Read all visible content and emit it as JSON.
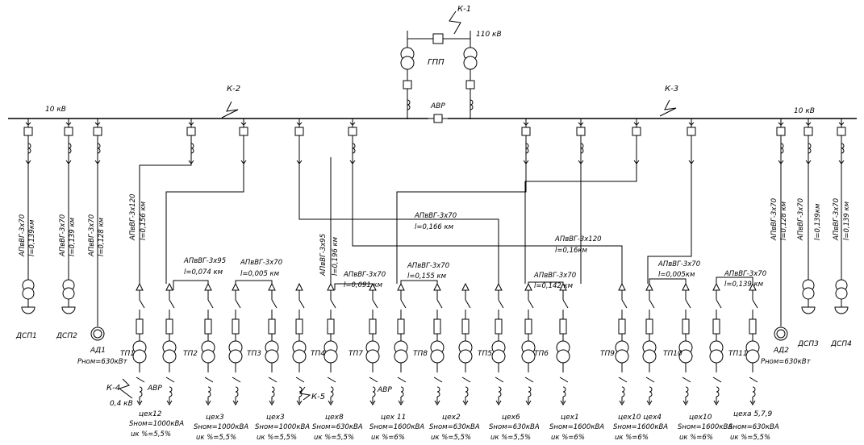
{
  "main": {
    "title": "ГПП",
    "voltage_hv": "110 кВ",
    "voltage_bus_left": "10 кВ",
    "voltage_bus_right": "10 кВ",
    "avr_main": "АВР",
    "faults": [
      "К-1",
      "К-2",
      "К-3",
      "К-4",
      "К-5"
    ]
  },
  "feeders": {
    "dsp1": {
      "cable": "АПвВГ-3х70",
      "length": "l=0,139км"
    },
    "dsp2": {
      "cable": "АПвВГ-3х70",
      "length": "l=0,139 км"
    },
    "ad1": {
      "cable": "АПвВГ-3х70",
      "length": "l=0,128 км"
    },
    "tp1": {
      "cable": "АПвВГ-3х120",
      "length": "l=0,156 км"
    },
    "tp4": {
      "cable": "АПвВГ-3х95",
      "length": "l=0,196 км"
    },
    "ad2": {
      "cable": "АПвВГ-3х70",
      "length": "l=0,128 км"
    },
    "dsp3": {
      "cable": "АПвВГ-3х70",
      "length": "l=0,139км"
    },
    "dsp4": {
      "cable": "АПвВГ-3х70",
      "length": "l=0,139 км"
    },
    "trunk_a": {
      "cable": "АПвВГ-3х70",
      "length": "l=0,166 км"
    },
    "trunk_b": {
      "cable": "АПвВГ-3х120",
      "length": "l=0,16км"
    }
  },
  "links": [
    {
      "cable": "АПвВГ-3х95",
      "length": "l=0,074 км"
    },
    {
      "cable": "АПвВГ-3х70",
      "length": "l=0,005 км"
    },
    {
      "cable": "АПвВГ-3х70",
      "length": "l=0,091 км"
    },
    {
      "cable": "АПвВГ-3х70",
      "length": "l=0,155 км"
    },
    {
      "cable": "АПвВГ-3х70",
      "length": "l=0,142 км"
    },
    {
      "cable": "АПвВГ-3х70",
      "length": "l=0,005км"
    },
    {
      "cable": "АПвВГ-3х70",
      "length": "l=0,139 км"
    }
  ],
  "loads": {
    "dsp1": "ДСП1",
    "dsp2": "ДСП2",
    "ad1": "АД1",
    "ad1_power": "Рном=630кВт",
    "ad2": "АД2",
    "ad2_power": "Рном=630кВт",
    "dsp3": "ДСП3",
    "dsp4": "ДСП4"
  },
  "substations": [
    "ТП1",
    "ТП2",
    "ТП3",
    "ТП4",
    "ТП7",
    "ТП8",
    "ТП5",
    "ТП6",
    "ТП9",
    "ТП10",
    "ТП11"
  ],
  "low_side": {
    "voltage": "0,4 кВ",
    "avr1": "АВР",
    "avr2": "АВР"
  },
  "workshops": [
    {
      "name": "цех12",
      "power": "Sном=1000кВА",
      "uk": "uк %=5,5%"
    },
    {
      "name": "цех3",
      "power": "Sном=1000кВА",
      "uk": "uк %=5,5%"
    },
    {
      "name": "цех3",
      "power": "Sном=1000кВА",
      "uk": "uк %=5,5%"
    },
    {
      "name": "цех8",
      "power": "Sном=630кВА",
      "uk": "uк %=5,5%"
    },
    {
      "name": "цех 11",
      "power": "Sном=1600кВА",
      "uk": "uк %=6%"
    },
    {
      "name": "цех2",
      "power": "Sном=630кВА",
      "uk": "uк %=5,5%"
    },
    {
      "name": "цех6",
      "power": "Sном=630кВА",
      "uk": "uк %=5,5%"
    },
    {
      "name": "цех1",
      "power": "Sном=1600кВА",
      "uk": "uк %=6%"
    },
    {
      "name": "цех10  цех4",
      "power": "Sном=1600кВА",
      "uk": "uк %=6%"
    },
    {
      "name": "цех10",
      "power": "Sном=1600кВА",
      "uk": "uк %=6%"
    },
    {
      "name": "цеха 5,7,9",
      "power": "Sном=630кВА",
      "uk": "uк %=5,5%"
    }
  ]
}
